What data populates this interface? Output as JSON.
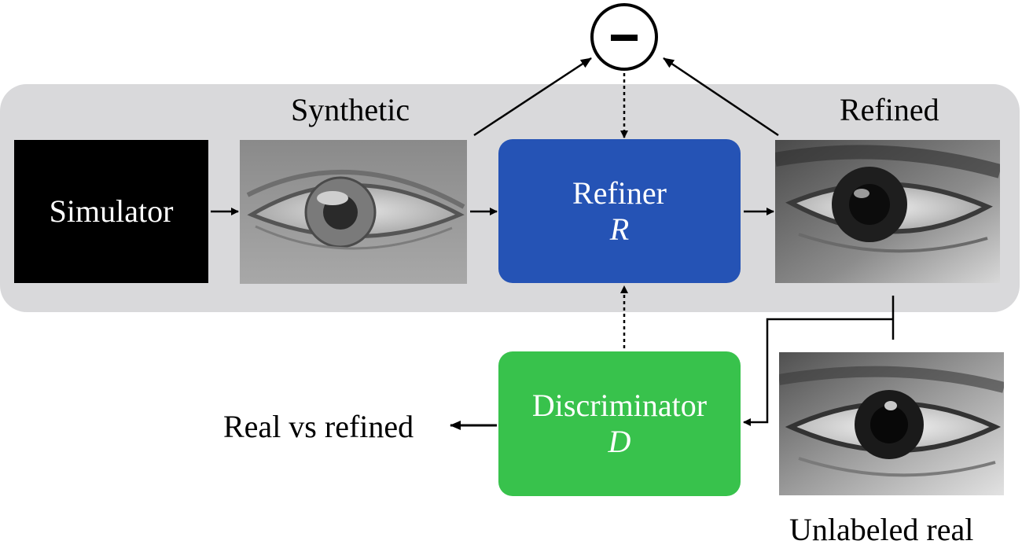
{
  "labels": {
    "synthetic": "Synthetic",
    "refined": "Refined",
    "unlabeled_real": "Unlabeled real",
    "real_vs_refined": "Real vs refined"
  },
  "simulator": {
    "name": "Simulator"
  },
  "refiner": {
    "name": "Refiner",
    "symbol": "R"
  },
  "discriminator": {
    "name": "Discriminator",
    "symbol": "D"
  },
  "operator": {
    "symbol": "−"
  },
  "colors": {
    "band": "#d9d9db",
    "simulator": "#000000",
    "refiner": "#2553b5",
    "discriminator": "#38c24c"
  }
}
